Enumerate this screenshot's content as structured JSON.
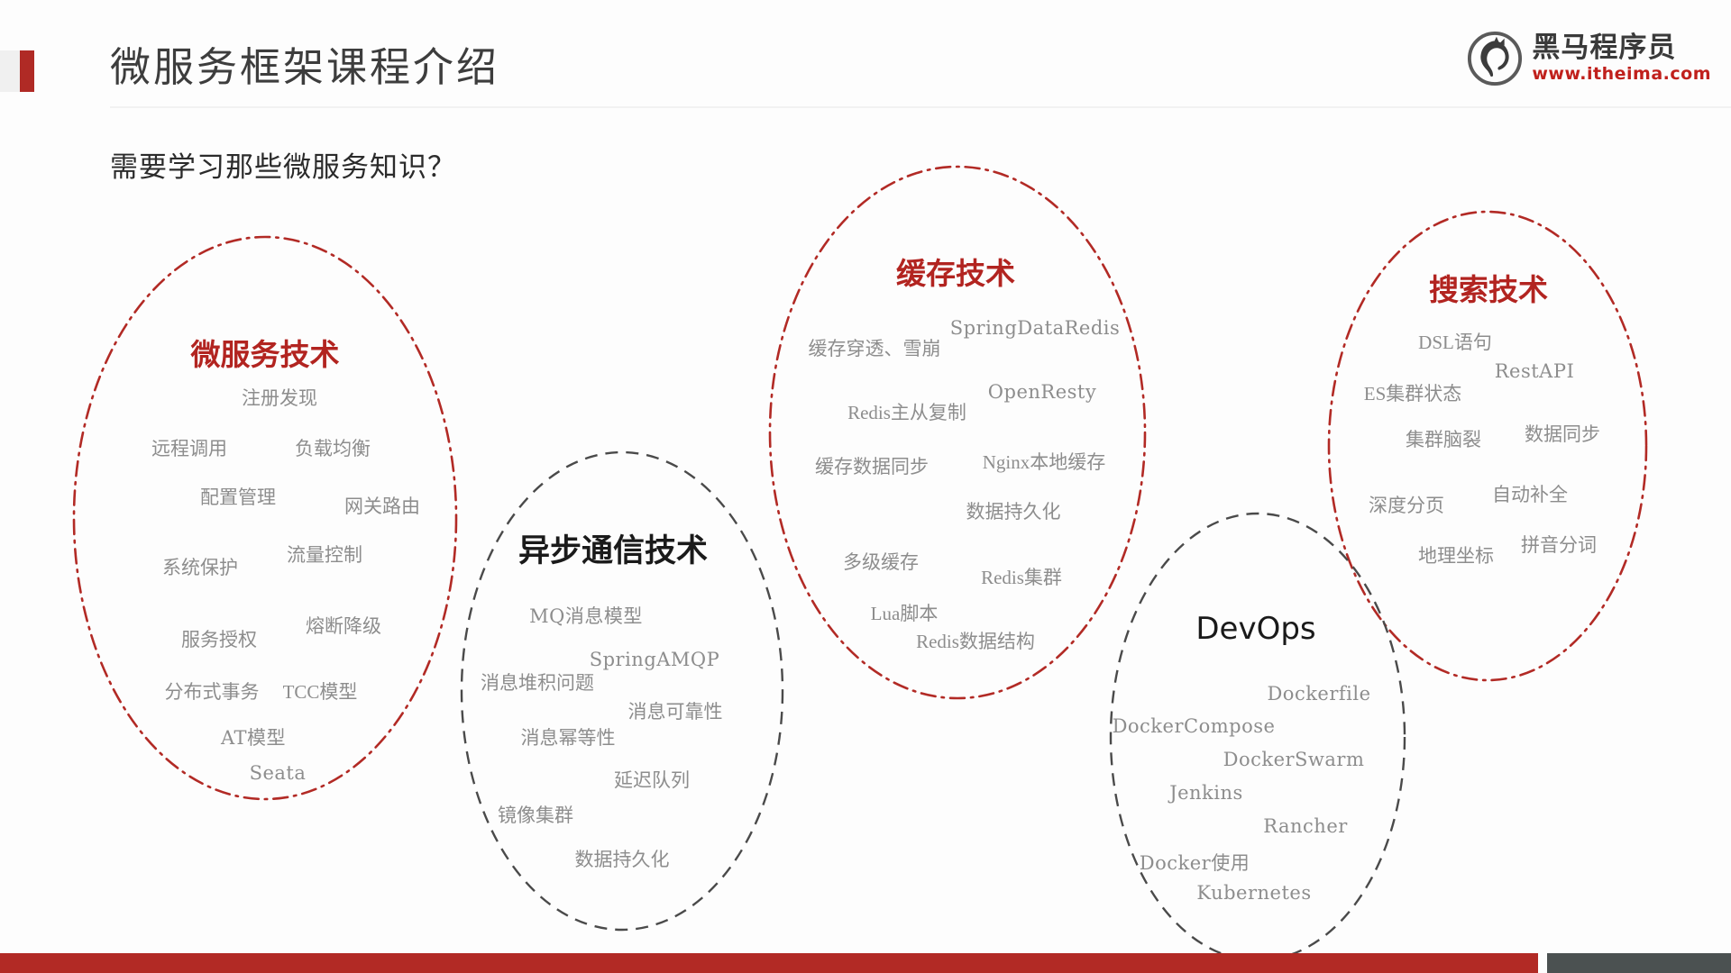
{
  "header": {
    "title": "微服务框架课程介绍",
    "logo": {
      "brand": "黑马程序员",
      "url": "www.itheima.com",
      "mark": "horse-head-icon"
    }
  },
  "subtitle": "需要学习那些微服务知识？",
  "colors": {
    "accent_red": "#b22a25",
    "title_red": "#b22420",
    "topic_gray": "#8d8d8d",
    "footer_gray": "#4b5151",
    "dashed_gray": "#4a4a4a"
  },
  "clusters": [
    {
      "id": "microservice",
      "title": "微服务技术",
      "title_color": "red",
      "border_style": "dash-dot-red",
      "topics": [
        "注册发现",
        "远程调用",
        "负载均衡",
        "配置管理",
        "网关路由",
        "系统保护",
        "流量控制",
        "服务授权",
        "熔断降级",
        "分布式事务",
        "TCC模型",
        "AT模型",
        "Seata"
      ]
    },
    {
      "id": "async",
      "title": "异步通信技术",
      "title_color": "dark",
      "border_style": "dashed-gray",
      "topics": [
        "MQ消息模型",
        "SpringAMQP",
        "消息堆积问题",
        "消息可靠性",
        "消息幂等性",
        "延迟队列",
        "镜像集群",
        "数据持久化"
      ]
    },
    {
      "id": "cache",
      "title": "缓存技术",
      "title_color": "red",
      "border_style": "dash-dot-red",
      "topics": [
        "缓存穿透、雪崩",
        "SpringDataRedis",
        "Redis主从复制",
        "OpenResty",
        "缓存数据同步",
        "Nginx本地缓存",
        "数据持久化",
        "多级缓存",
        "Redis集群",
        "Lua脚本",
        "Redis数据结构"
      ]
    },
    {
      "id": "search",
      "title": "搜索技术",
      "title_color": "red",
      "border_style": "dash-dot-red",
      "topics": [
        "DSL语句",
        "RestAPI",
        "ES集群状态",
        "集群脑裂",
        "数据同步",
        "深度分页",
        "自动补全",
        "地理坐标",
        "拼音分词"
      ]
    },
    {
      "id": "devops",
      "title": "DevOps",
      "title_color": "dark",
      "border_style": "dashed-gray",
      "topics": [
        "Dockerfile",
        "DockerCompose",
        "DockerSwarm",
        "Jenkins",
        "Rancher",
        "Docker使用",
        "Kubernetes"
      ]
    }
  ]
}
